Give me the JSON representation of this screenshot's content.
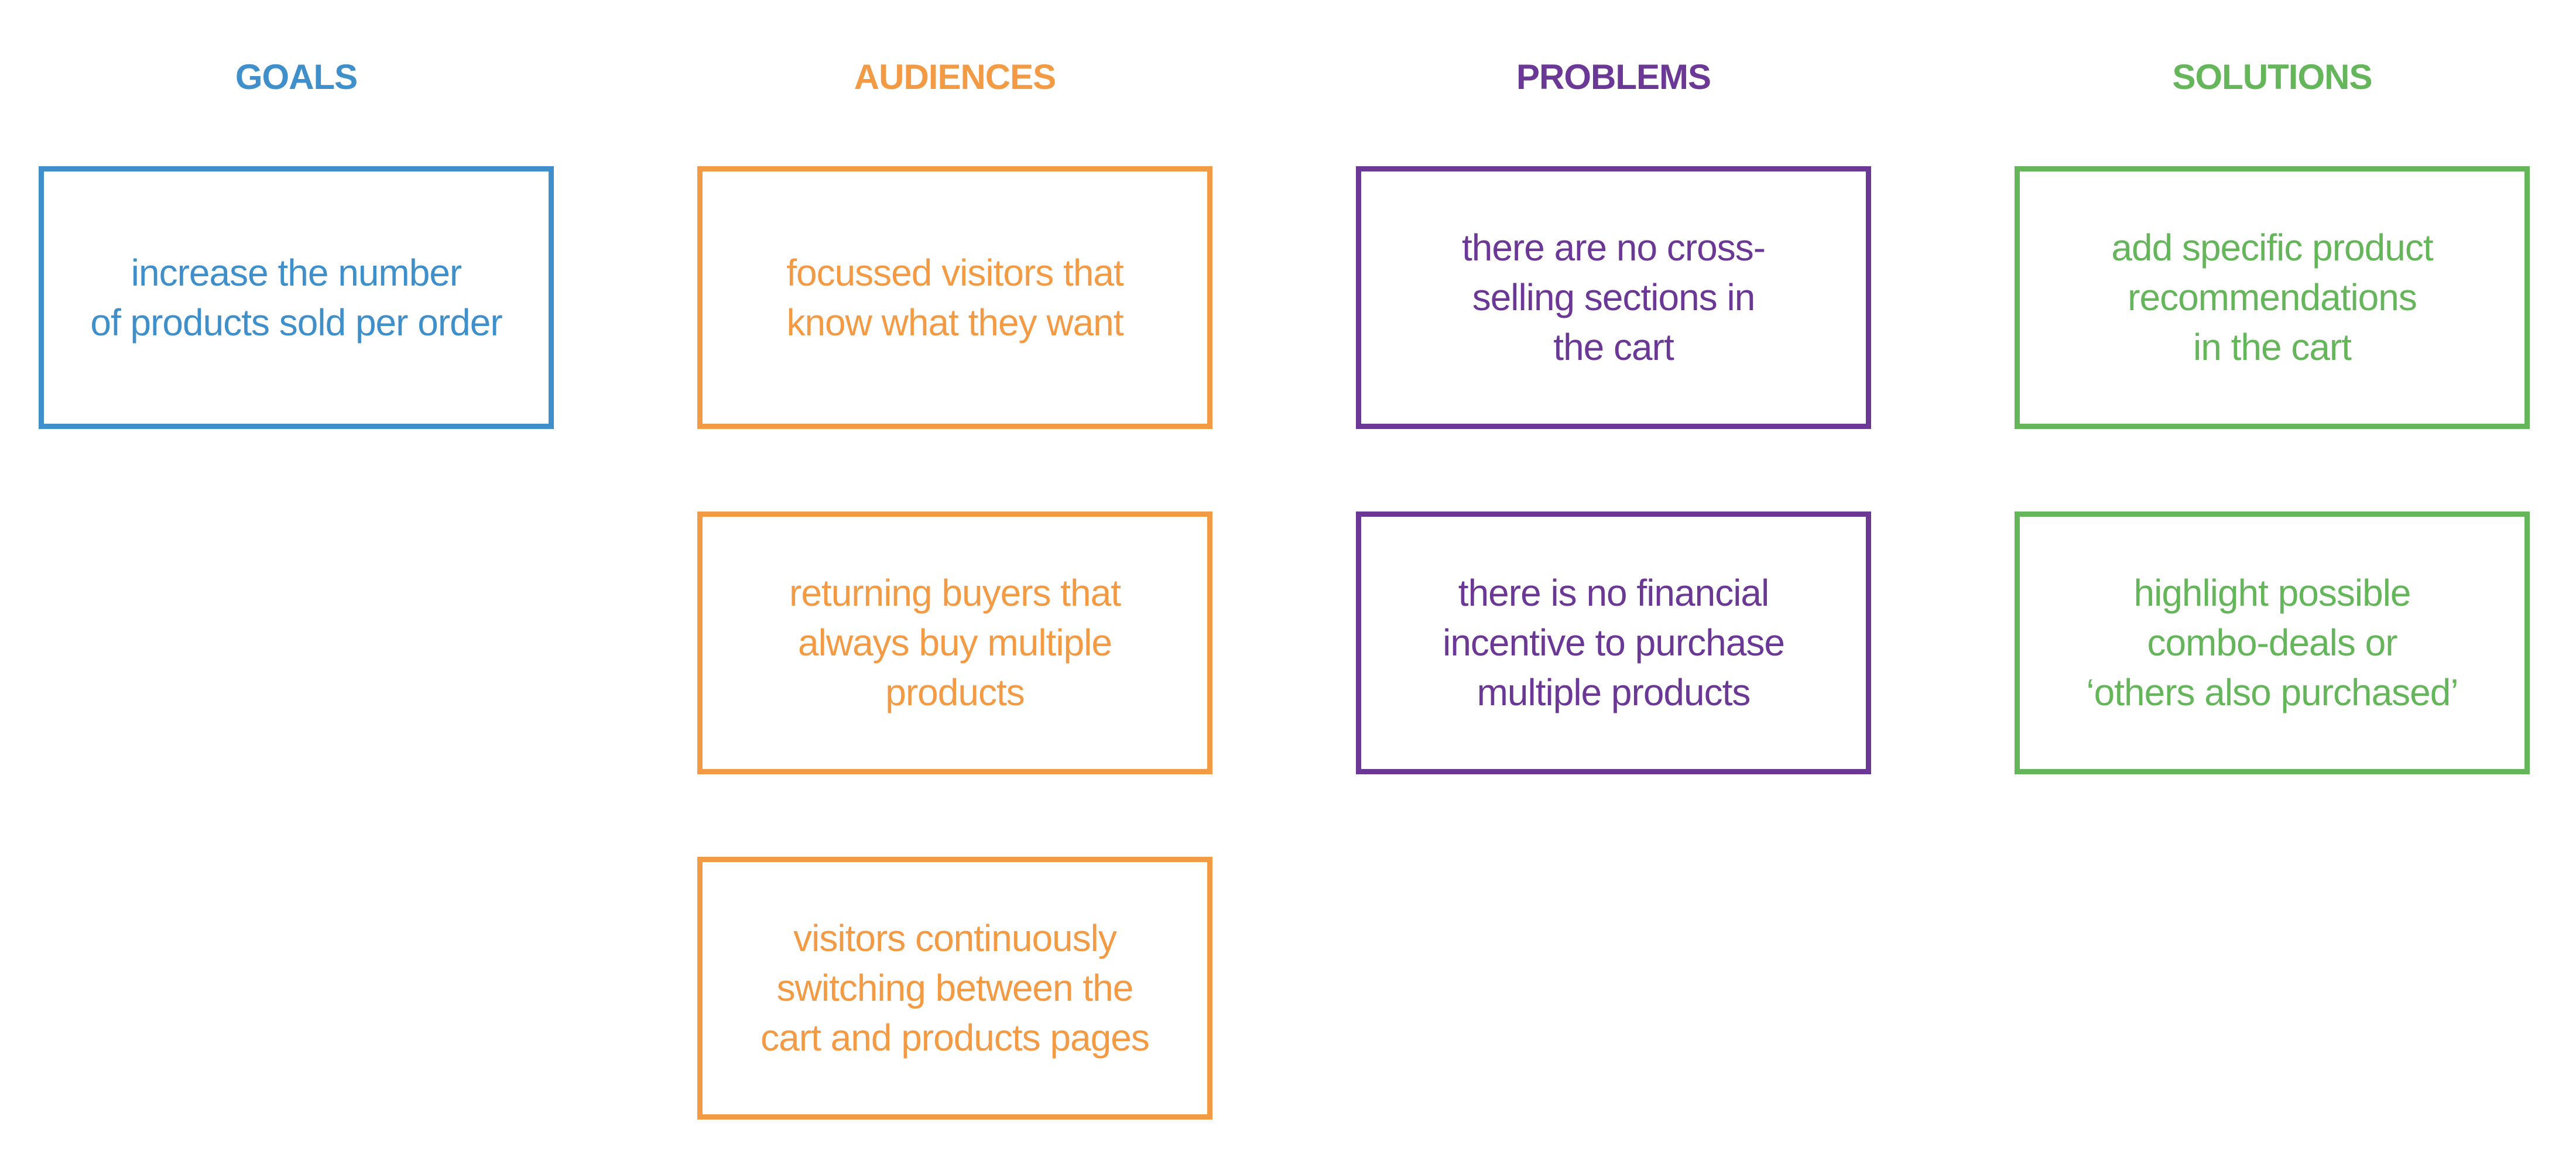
{
  "colors": {
    "goals": "#3f8fcb",
    "audiences": "#f39a45",
    "problems": "#6b3896",
    "solutions": "#65b55b"
  },
  "columns": {
    "goals": {
      "heading": "GOALS",
      "cards": [
        "increase the number\nof products sold per order"
      ]
    },
    "audiences": {
      "heading": "AUDIENCES",
      "cards": [
        "focussed visitors that\nknow what they want",
        "returning buyers that\nalways buy multiple\nproducts",
        "visitors continuously\nswitching between the\ncart and products pages"
      ]
    },
    "problems": {
      "heading": "PROBLEMS",
      "cards": [
        "there are no cross-\nselling sections in\nthe cart",
        "there is no financial\nincentive to purchase\nmultiple products"
      ]
    },
    "solutions": {
      "heading": "SOLUTIONS",
      "cards": [
        "add specific product\nrecommendations\nin the cart",
        "highlight possible\ncombo-deals or\n‘others also purchased’"
      ]
    }
  }
}
